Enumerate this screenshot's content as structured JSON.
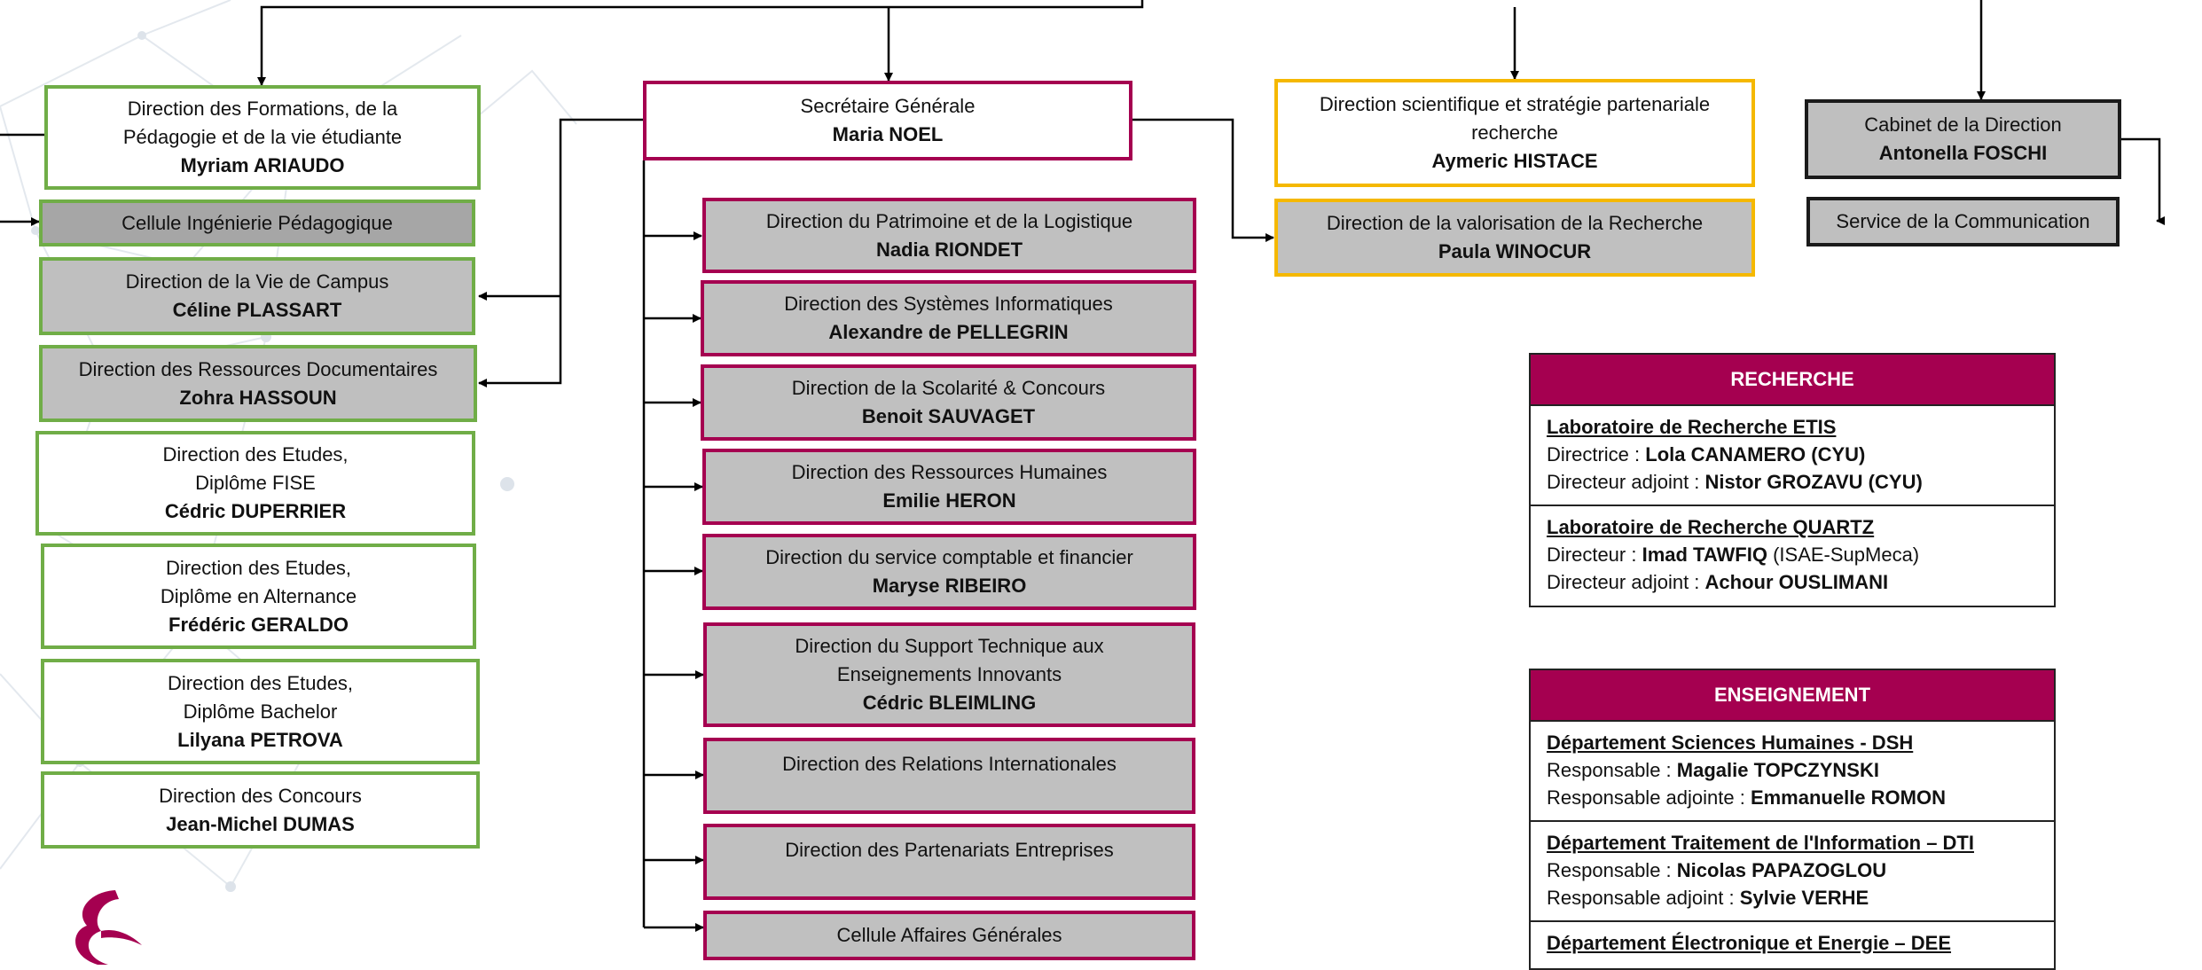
{
  "boxes": {
    "formations": {
      "line1": "Direction des Formations,  de la",
      "line2": "Pédagogie et de la vie étudiante",
      "name": "Myriam ARIAUDO"
    },
    "cellule_ing": {
      "line1": "Cellule Ingénierie Pédagogique"
    },
    "vie_campus": {
      "line1": "Direction de la Vie de Campus",
      "name": "Céline PLASSART"
    },
    "ress_doc": {
      "line1": "Direction des Ressources Documentaires",
      "name": "Zohra HASSOUN"
    },
    "etudes_fise": {
      "line1": "Direction des Etudes,",
      "line2": "Diplôme FISE",
      "name": "Cédric DUPERRIER"
    },
    "etudes_alt": {
      "line1": "Direction des Etudes,",
      "line2": "Diplôme en Alternance",
      "name": "Frédéric GERALDO"
    },
    "etudes_bach": {
      "line1": "Direction des Etudes,",
      "line2": "Diplôme Bachelor",
      "name": "Lilyana PETROVA"
    },
    "concours": {
      "line1": "Direction des Concours",
      "name": "Jean-Michel DUMAS"
    },
    "secretaire": {
      "line1": "Secrétaire Générale",
      "name": "Maria NOEL"
    },
    "patrimoine": {
      "line1": "Direction du Patrimoine et de la Logistique",
      "name": "Nadia RIONDET"
    },
    "si": {
      "line1": "Direction des Systèmes Informatiques",
      "name": "Alexandre de PELLEGRIN"
    },
    "scolarite": {
      "line1": "Direction de la Scolarité & Concours",
      "name": "Benoit SAUVAGET"
    },
    "rh": {
      "line1": "Direction des Ressources Humaines",
      "name": "Emilie HERON"
    },
    "comptable": {
      "line1": "Direction du service comptable et financier",
      "name": "Maryse RIBEIRO"
    },
    "support": {
      "line1": "Direction du Support Technique aux",
      "line2": "Enseignements Innovants",
      "name": "Cédric BLEIMLING"
    },
    "relations": {
      "line1": "Direction des Relations Internationales"
    },
    "partenariats": {
      "line1": "Direction des Partenariats Entreprises"
    },
    "affaires": {
      "line1": "Cellule Affaires Générales"
    },
    "scientifique": {
      "line1": "Direction scientifique et stratégie partenariale",
      "line2": "recherche",
      "name": "Aymeric HISTACE"
    },
    "valorisation": {
      "line1": "Direction de la valorisation de la Recherche",
      "name": "Paula WINOCUR"
    },
    "cabinet": {
      "line1": "Cabinet de la Direction",
      "name": "Antonella FOSCHI"
    },
    "communication": {
      "line1": "Service de la  Communication"
    }
  },
  "recherche": {
    "title": "RECHERCHE",
    "labs": [
      {
        "title": "Laboratoire de Recherche ETIS",
        "l1_label": "Directrice : ",
        "l1_name": "Lola CANAMERO (CYU)",
        "l1_extra": "",
        "l2_label": "Directeur adjoint : ",
        "l2_name": "Nistor GROZAVU (CYU)"
      },
      {
        "title": "Laboratoire de Recherche QUARTZ",
        "l1_label": "Directeur :  ",
        "l1_name": "Imad TAWFIQ",
        "l1_extra": " (ISAE-SupMeca)",
        "l2_label": "Directeur adjoint : ",
        "l2_name": "Achour OUSLIMANI"
      }
    ]
  },
  "enseignement": {
    "title": "ENSEIGNEMENT",
    "depts": [
      {
        "title": "Département Sciences Humaines - DSH",
        "l1_label": "Responsable : ",
        "l1_name": "Magalie TOPCZYNSKI",
        "l2_label": "Responsable adjointe : ",
        "l2_name": "Emmanuelle ROMON"
      },
      {
        "title": "Département Traitement de l'Information – DTI",
        "l1_label": "Responsable : ",
        "l1_name": "Nicolas PAPAZOGLOU",
        "l2_label": "Responsable adjoint : ",
        "l2_name": "Sylvie VERHE"
      },
      {
        "title": "Département Électronique et Energie – DEE"
      }
    ]
  },
  "colors": {
    "green": "#70ad47",
    "magenta": "#a50050",
    "yellow": "#f5b800",
    "gray": "#bfbfbf"
  }
}
